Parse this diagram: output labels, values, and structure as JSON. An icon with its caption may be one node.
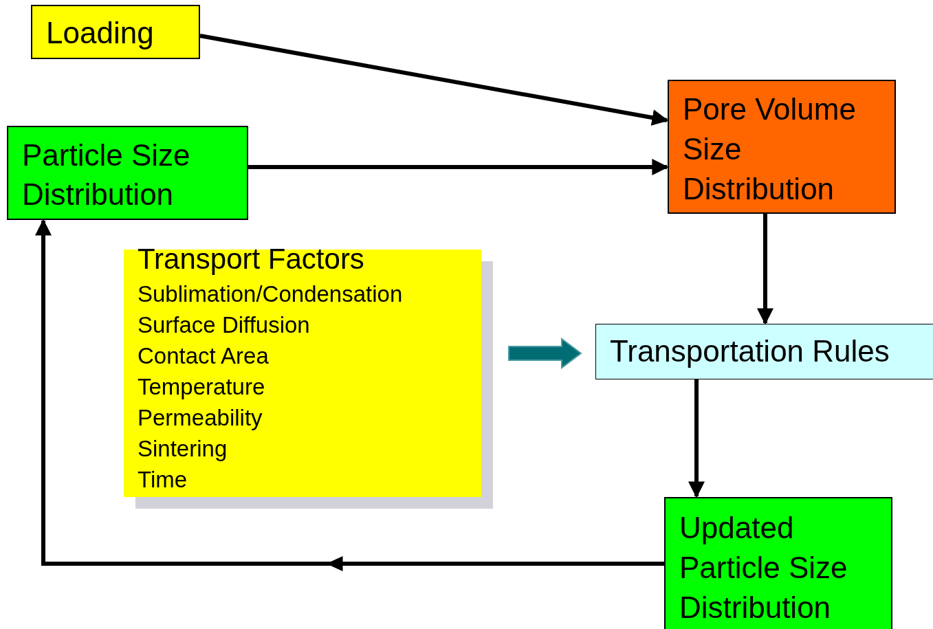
{
  "diagram": {
    "nodes": [
      {
        "text": [
          "Loading"
        ]
      },
      {
        "text": [
          "Particle Size Distribution"
        ]
      },
      {
        "text": [
          "Pore Volume Size Distribution"
        ]
      },
      {
        "text": [
          "Transport Factors",
          "Sublimation/Condensation",
          "Surface Diffusion",
          "Contact Area",
          "Temperature",
          "Permeability",
          "Sintering",
          "Time"
        ]
      },
      {
        "text": [
          "Transportation Rules"
        ]
      },
      {
        "text": [
          "Updated Particle Size Distribution"
        ]
      }
    ],
    "edges": [
      {
        "from": 0,
        "to": 2,
        "arrow": "to"
      },
      {
        "from": 1,
        "to": 2,
        "arrow": "to"
      },
      {
        "from": 2,
        "to": 4,
        "arrow": "to"
      },
      {
        "from": 3,
        "to": 4,
        "arrow": "to",
        "style": "thick",
        "color": "#006d75"
      },
      {
        "from": 4,
        "to": 5,
        "arrow": "to"
      },
      {
        "from": 5,
        "to": 1,
        "arrow": "to"
      }
    ]
  }
}
